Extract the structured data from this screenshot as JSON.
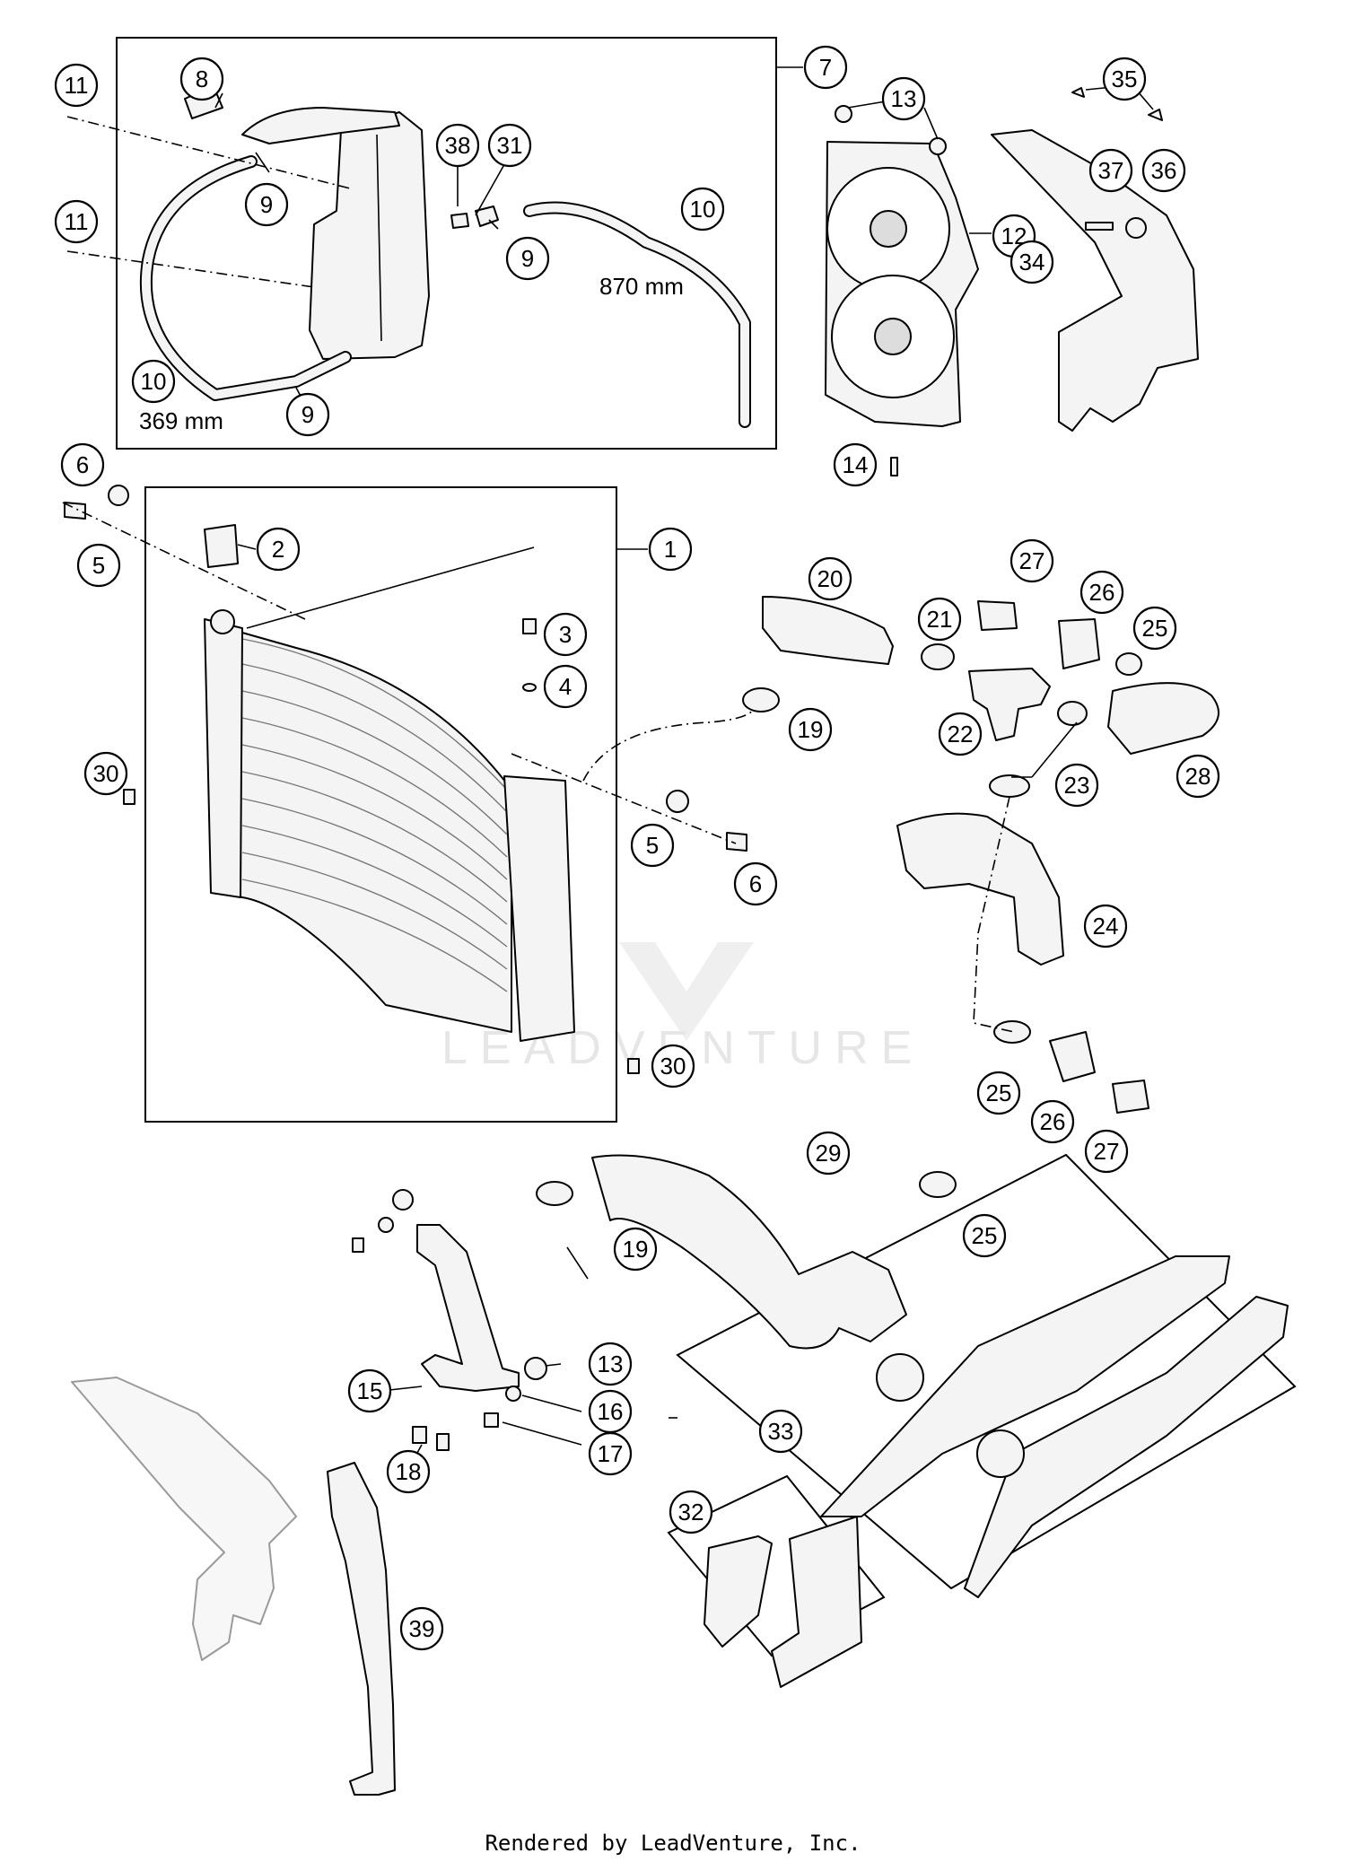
{
  "dimensions": {
    "hose_long": "870 mm",
    "hose_short": "369 mm"
  },
  "watermark": "LEADVENTURE",
  "footer": "Rendered by LeadVenture, Inc.",
  "callouts": {
    "c1": "1",
    "c2": "2",
    "c3": "3",
    "c4": "4",
    "c5a": "5",
    "c5b": "5",
    "c6a": "6",
    "c6b": "6",
    "c7": "7",
    "c8": "8",
    "c9a": "9",
    "c9b": "9",
    "c9c": "9",
    "c10a": "10",
    "c10b": "10",
    "c11a": "11",
    "c11b": "11",
    "c12": "12",
    "c13a": "13",
    "c13b": "13",
    "c14": "14",
    "c15": "15",
    "c16": "16",
    "c17": "17",
    "c18": "18",
    "c19a": "19",
    "c19b": "19",
    "c20": "20",
    "c21": "21",
    "c22": "22",
    "c23": "23",
    "c24": "24",
    "c25a": "25",
    "c25b": "25",
    "c25c": "25",
    "c26a": "26",
    "c26b": "26",
    "c27a": "27",
    "c27b": "27",
    "c28": "28",
    "c29": "29",
    "c30a": "30",
    "c30b": "30",
    "c31": "31",
    "c32": "32",
    "c33": "33",
    "c34": "34",
    "c35": "35",
    "c36": "36",
    "c37": "37",
    "c38": "38",
    "c39": "39"
  }
}
